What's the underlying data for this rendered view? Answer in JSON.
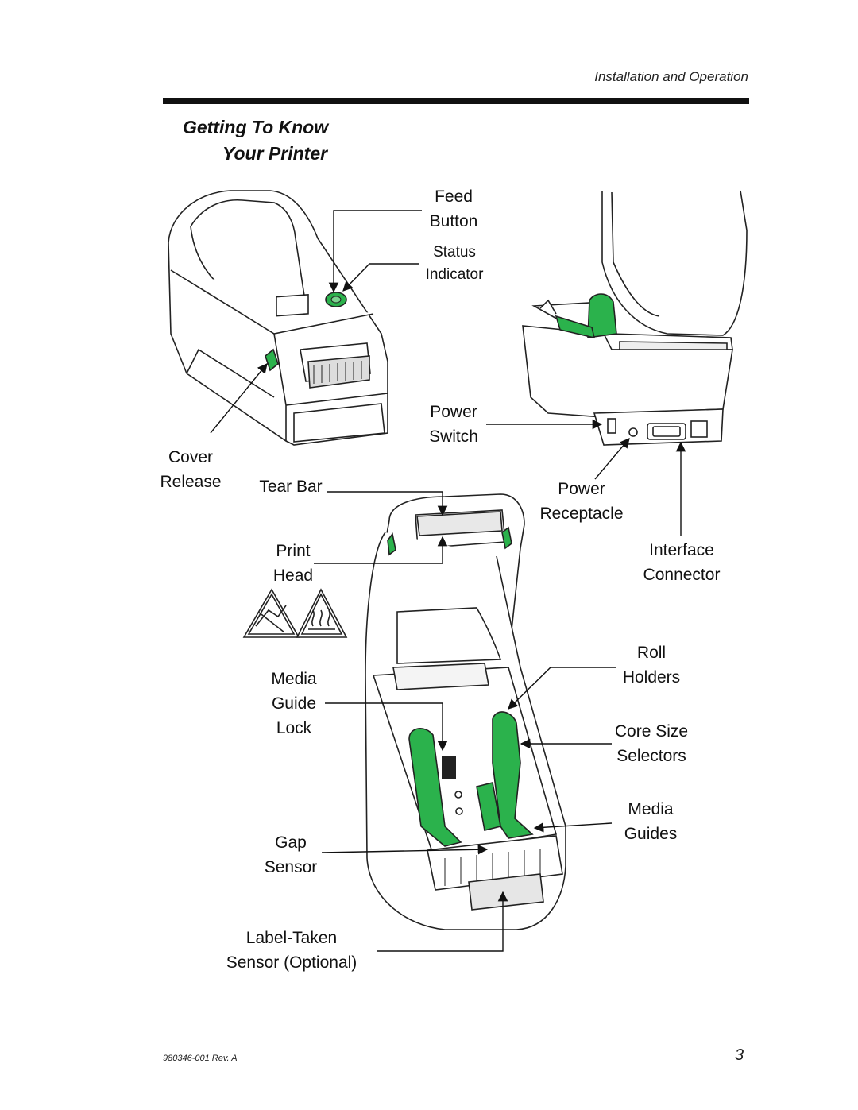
{
  "header": {
    "section": "Installation and Operation"
  },
  "title": {
    "line1": "Getting To Know",
    "line2": "Your Printer"
  },
  "callouts": {
    "feed_button": [
      "Feed",
      "Button"
    ],
    "status_indicator": [
      "Status",
      "Indicator"
    ],
    "cover_release": [
      "Cover",
      "Release"
    ],
    "power_switch": [
      "Power",
      "Switch"
    ],
    "power_receptacle": [
      "Power",
      "Receptacle"
    ],
    "tear_bar": "Tear Bar",
    "print_head": [
      "Print",
      "Head"
    ],
    "interface_connector": [
      "Interface",
      "Connector"
    ],
    "roll_holders": [
      "Roll",
      "Holders"
    ],
    "media_guide_lock": [
      "Media",
      "Guide",
      "Lock"
    ],
    "core_size_selectors": [
      "Core Size",
      "Selectors"
    ],
    "media_guides": [
      "Media",
      "Guides"
    ],
    "gap_sensor": [
      "Gap",
      "Sensor"
    ],
    "label_taken_sensor": [
      "Label-Taken",
      "Sensor (Optional)"
    ]
  },
  "icons": [
    "esd-warning-icon",
    "hot-surface-warning-icon"
  ],
  "colors": {
    "accent_green": "#2bb24c",
    "ink": "#111111"
  },
  "footer": {
    "doc_number": "980346-001 Rev. A",
    "page_number": "3"
  }
}
